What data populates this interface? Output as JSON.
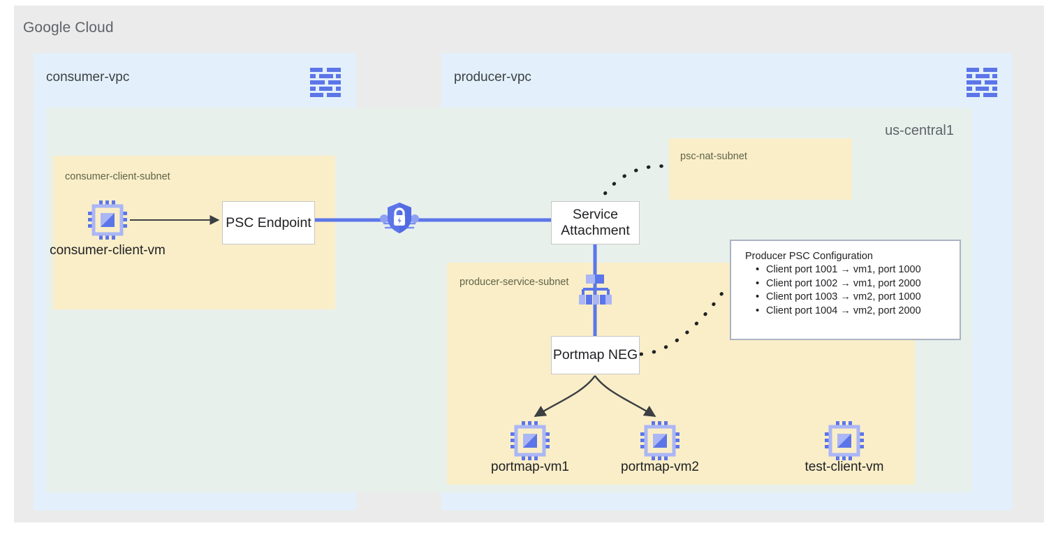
{
  "canvas": {
    "title": "Google Cloud"
  },
  "colors": {
    "page_background": "#ffffff",
    "canvas_background": "#ebebeb",
    "vpc_background": "#e3f0fb",
    "region_background": "#e8f0ec",
    "subnet_background": "#faeec8",
    "node_background": "#ffffff",
    "accent_blue": "#5c75e8",
    "connector_gray": "#3c4043",
    "icon_blue_light": "#aab6f5"
  },
  "region": {
    "label": "us-central1"
  },
  "vpcs": [
    {
      "id": "consumer",
      "label": "consumer-vpc",
      "icon": "vpc-network-icon"
    },
    {
      "id": "producer",
      "label": "producer-vpc",
      "icon": "vpc-network-icon"
    }
  ],
  "subnets": [
    {
      "id": "consumer-client-subnet",
      "label": "consumer-client-subnet"
    },
    {
      "id": "psc-nat-subnet",
      "label": "psc-nat-subnet"
    },
    {
      "id": "producer-service-subnet",
      "label": "producer-service-subnet"
    }
  ],
  "nodes": {
    "psc_endpoint": "PSC Endpoint",
    "service_attachment_line1": "Service",
    "service_attachment_line2": "Attachment",
    "portmap_neg": "Portmap NEG"
  },
  "vms": [
    {
      "id": "consumer-client-vm",
      "label": "consumer-client-vm",
      "icon": "compute-vm-icon"
    },
    {
      "id": "portmap-vm1",
      "label": "portmap-vm1",
      "icon": "compute-vm-icon"
    },
    {
      "id": "portmap-vm2",
      "label": "portmap-vm2",
      "icon": "compute-vm-icon"
    },
    {
      "id": "test-client-vm",
      "label": "test-client-vm",
      "icon": "compute-vm-icon"
    }
  ],
  "config_panel": {
    "title": "Producer PSC Configuration",
    "items": [
      "Client port 1001 → vm1, port 1000",
      "Client port 1002 → vm1, port 2000",
      "Client port 1003 → vm2, port 1000",
      "Client port 1004 → vm2, port 2000"
    ]
  },
  "icons": {
    "psc_shield": "private-service-connect-shield-lock-icon",
    "load_balancer": "load-balancer-icon",
    "vpc_network": "vpc-network-brick-icon",
    "compute_vm": "compute-engine-chip-icon"
  }
}
